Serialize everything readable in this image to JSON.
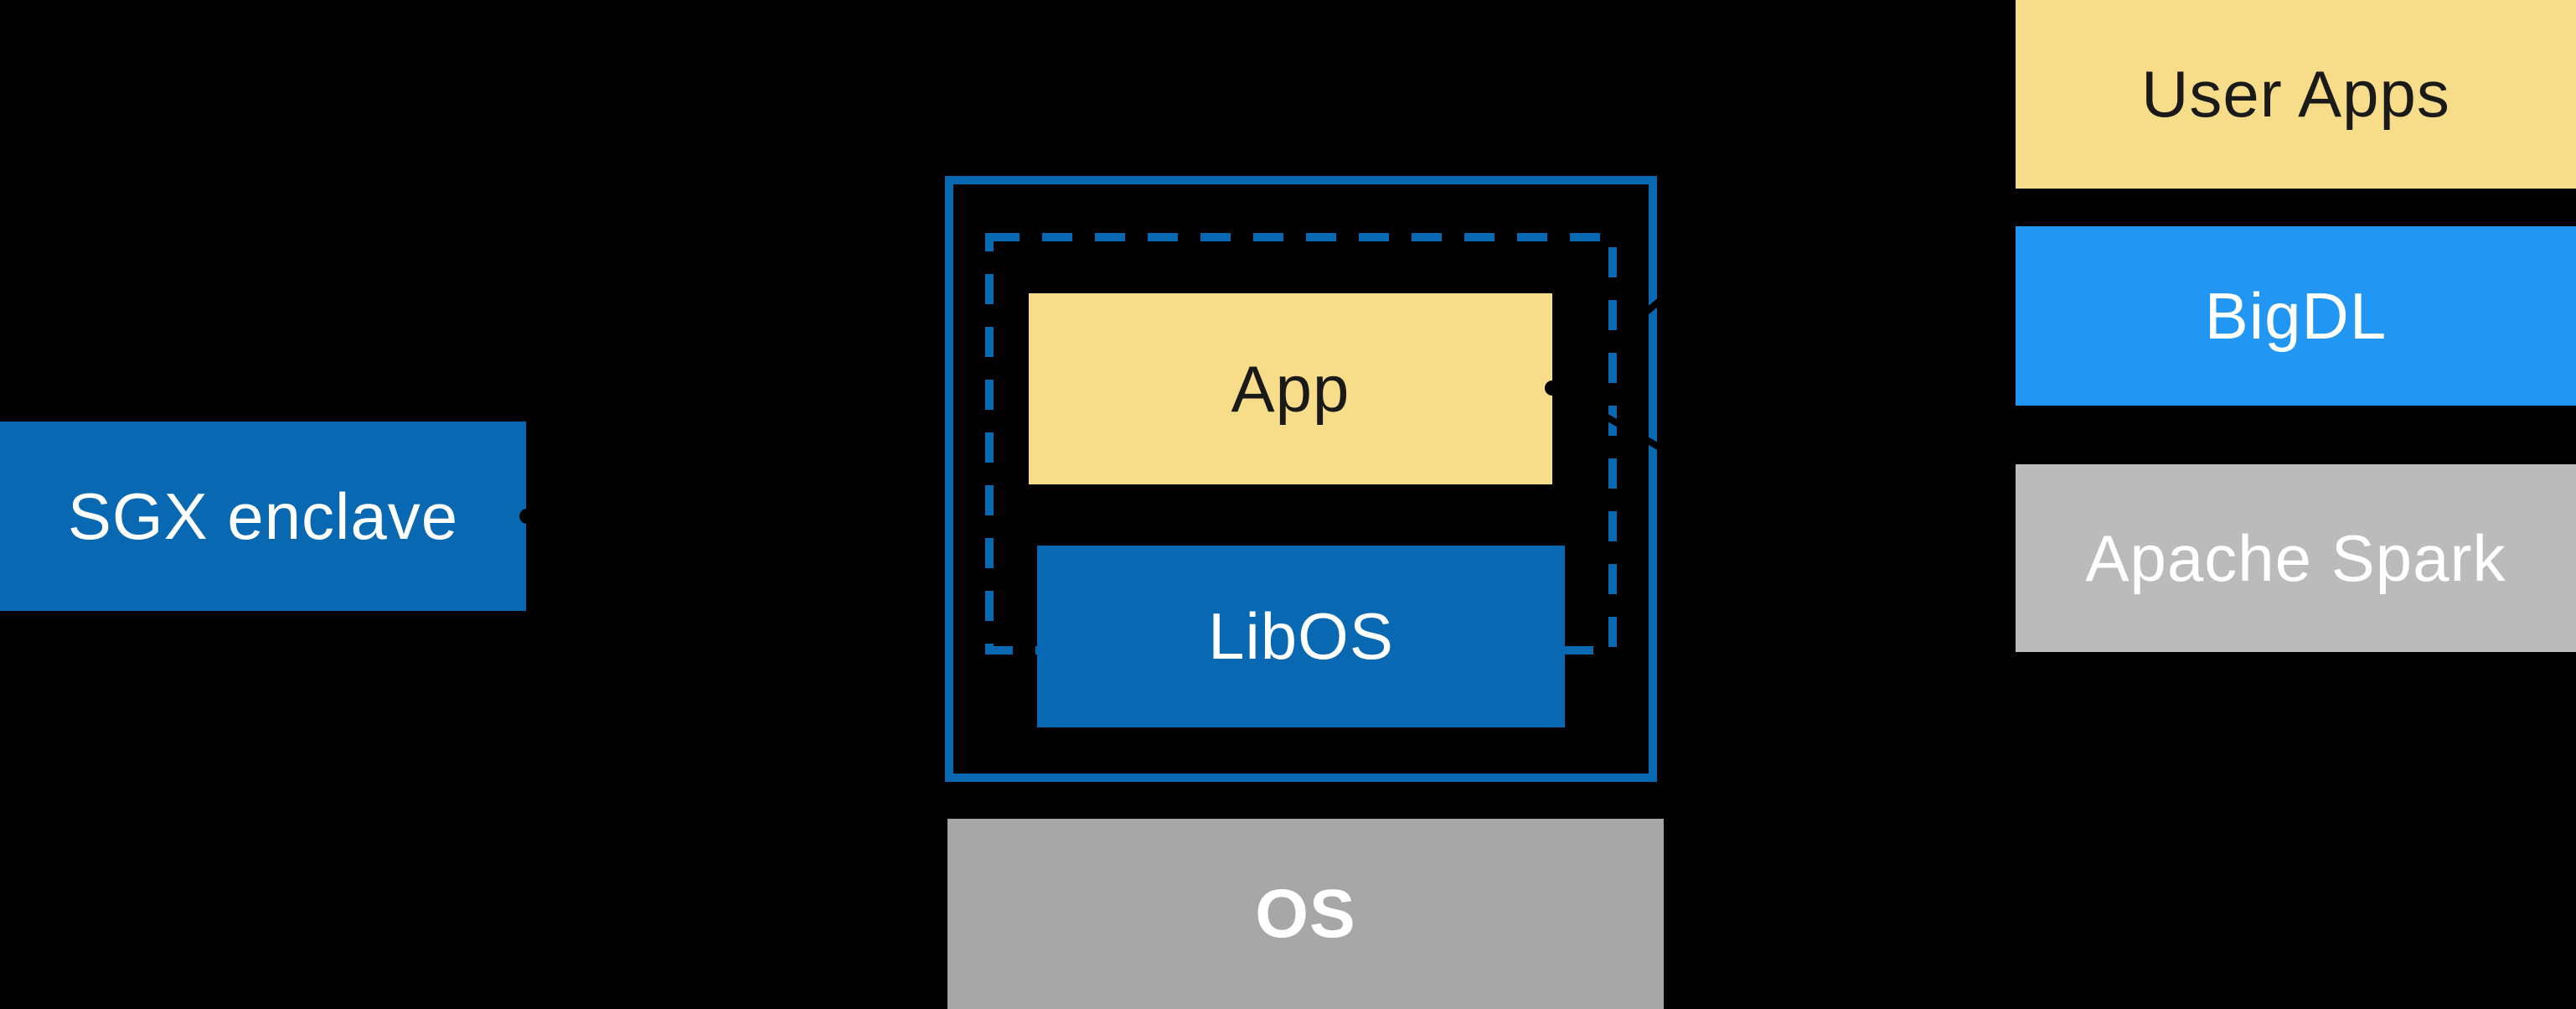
{
  "canvas": {
    "background": "#000000"
  },
  "colors": {
    "dark_blue": "#0868B2",
    "bright_blue": "#2196F3",
    "yellow": "#F7DC8A",
    "spark_gray": "#BBBBBB",
    "os_gray": "#A7A7A7",
    "text_dark": "#1A1A1A",
    "text_white": "#FFFFFF",
    "callout_black": "#000000"
  },
  "boxes": {
    "sgx_enclave": {
      "label": "SGX enclave",
      "fill": "#0868B2",
      "text_color": "#FFFFFF"
    },
    "app": {
      "label": "App",
      "fill": "#F7DC8A",
      "text_color": "#1A1A1A"
    },
    "libos": {
      "label": "LibOS",
      "fill": "#0868B2",
      "text_color": "#FFFFFF"
    },
    "os": {
      "label": "OS",
      "fill": "#A7A7A7",
      "text_color": "#FFFFFF"
    },
    "user_apps": {
      "label": "User Apps",
      "fill": "#F7DC8A",
      "text_color": "#1A1A1A"
    },
    "bigdl": {
      "label": "BigDL",
      "fill": "#2196F3",
      "text_color": "#FFFFFF"
    },
    "apache_spark": {
      "label": "Apache Spark",
      "fill": "#BBBBBB",
      "text_color": "#FFFFFF"
    }
  },
  "annotations": {
    "enclave_border_color": "#0868B2",
    "callout_color": "#000000"
  }
}
